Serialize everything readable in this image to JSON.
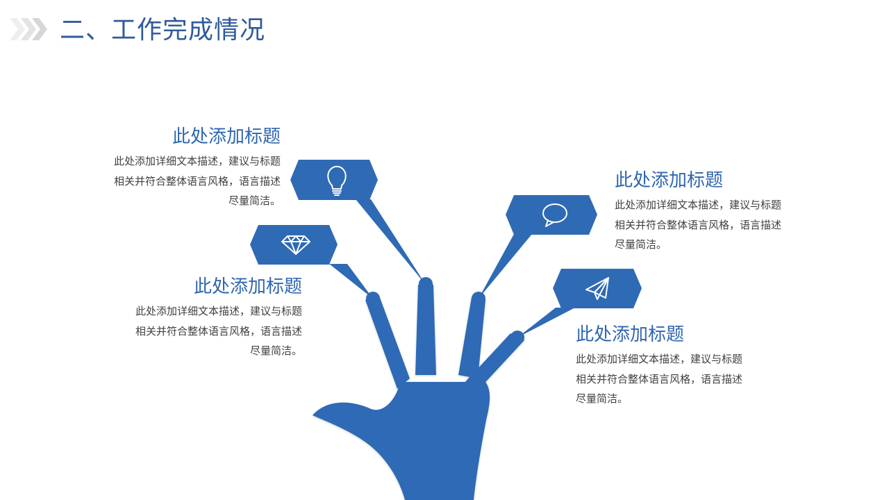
{
  "header": {
    "title": "二、工作完成情况",
    "chevron_icon": "chevron-arrows-icon"
  },
  "colors": {
    "accent": "#2f66b0",
    "title": "#2f5b9a",
    "body_text": "#404040",
    "chevron": "#e3e3e3"
  },
  "diagram": {
    "items": [
      {
        "icon": "lightbulb-icon",
        "heading": "此处添加标题",
        "line1": "此处添加详细文本描述，建议与标题",
        "line2": "相关并符合整体语言风格，语言描述",
        "line3": "尽量简洁。"
      },
      {
        "icon": "diamond-icon",
        "heading": "此处添加标题",
        "line1": "此处添加详细文本描述，建议与标题",
        "line2": "相关并符合整体语言风格，语言描述",
        "line3": "尽量简洁。"
      },
      {
        "icon": "speech-bubble-icon",
        "heading": "此处添加标题",
        "line1": "此处添加详细文本描述，建议与标题",
        "line2": "相关并符合整体语言风格，语言描述",
        "line3": "尽量简洁。"
      },
      {
        "icon": "paper-plane-icon",
        "heading": "此处添加标题",
        "line1": "此处添加详细文本描述，建议与标题",
        "line2": "相关并符合整体语言风格，语言描述",
        "line3": "尽量简洁。"
      }
    ]
  }
}
